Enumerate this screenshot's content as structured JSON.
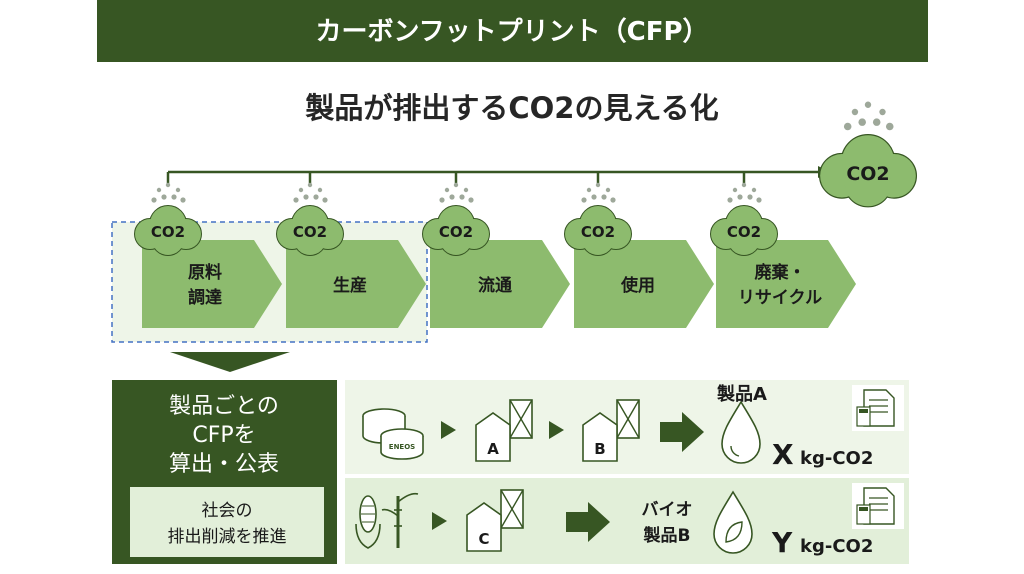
{
  "header": {
    "title": "カーボンフットプリント（CFP）"
  },
  "subtitle": "製品が排出するCO2の見える化",
  "co2_label": "CO2",
  "stages": [
    {
      "line1": "原料",
      "line2": "調達"
    },
    {
      "line1": "生産",
      "line2": ""
    },
    {
      "line1": "流通",
      "line2": ""
    },
    {
      "line1": "使用",
      "line2": ""
    },
    {
      "line1": "廃棄・",
      "line2": "リサイクル"
    }
  ],
  "left_box": {
    "line1": "製品ごとの",
    "line2": "CFPを",
    "line3": "算出・公表",
    "sub_line1": "社会の",
    "sub_line2": "排出削減を推進"
  },
  "product_a": {
    "can_label": "ENEOS",
    "factory1_label": "A",
    "factory2_label": "B",
    "name": "製品A",
    "value": "X",
    "unit": "kg-CO2"
  },
  "product_b": {
    "factory_label": "C",
    "name_line1": "バイオ",
    "name_line2": "製品B",
    "value": "Y",
    "unit": "kg-CO2"
  },
  "colors": {
    "dark_green": "#375623",
    "mid_green": "#8dbb6e",
    "light_green": "#e2efd9",
    "pale_green": "#eef5e8"
  }
}
